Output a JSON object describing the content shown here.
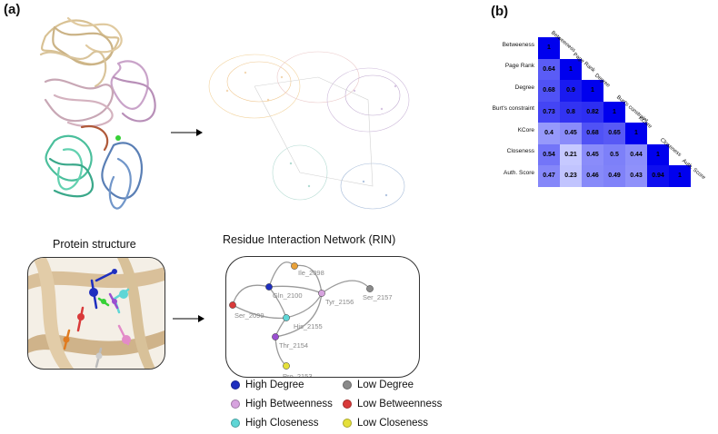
{
  "panel_a": {
    "label": "(a)",
    "protein_caption": "Protein structure",
    "rin_caption": "Residue Interaction Network (RIN)",
    "nodes": [
      {
        "name": "Ile_2098",
        "color": "#e8a13a"
      },
      {
        "name": "Gln_2100",
        "color": "#1f2fbf"
      },
      {
        "name": "Tyr_2156",
        "color": "#d7a3df"
      },
      {
        "name": "Ser_2157",
        "color": "#8a8a8a"
      },
      {
        "name": "Ser_2099",
        "color": "#d93a3a"
      },
      {
        "name": "His_2155",
        "color": "#5fd6d6"
      },
      {
        "name": "Thr_2154",
        "color": "#9a4fd0"
      },
      {
        "name": "Pro_2153",
        "color": "#e5e03a"
      }
    ],
    "legend": [
      {
        "label": "High Degree",
        "color": "#1f2fbf"
      },
      {
        "label": "Low Degree",
        "color": "#8a8a8a"
      },
      {
        "label": "High Betweenness",
        "color": "#d7a3df"
      },
      {
        "label": "Low Betweenness",
        "color": "#d93a3a"
      },
      {
        "label": "High Closeness",
        "color": "#5fd6d6"
      },
      {
        "label": "Low Closeness",
        "color": "#e5e03a"
      }
    ]
  },
  "panel_b": {
    "label": "(b)",
    "chart_data": {
      "type": "heatmap",
      "title": "",
      "rows": [
        "Betweeness",
        "Page Rank",
        "Degree",
        "Burt's constraint",
        "KCore",
        "Closeness",
        "Auth. Score"
      ],
      "columns": [
        "Betweeness",
        "Page Rank",
        "Degree",
        "Burt's constraint",
        "KCore",
        "Closeness",
        "Auth. Score"
      ],
      "values": [
        [
          1
        ],
        [
          0.64,
          1
        ],
        [
          0.68,
          0.9,
          1
        ],
        [
          0.73,
          0.8,
          0.82,
          1
        ],
        [
          0.4,
          0.45,
          0.68,
          0.65,
          1
        ],
        [
          0.54,
          0.21,
          0.45,
          0.5,
          0.44,
          1
        ],
        [
          0.47,
          0.23,
          0.46,
          0.49,
          0.43,
          0.94,
          1
        ]
      ],
      "colors": {
        "high": "#0000ee",
        "low": "#c8ccff"
      }
    }
  }
}
